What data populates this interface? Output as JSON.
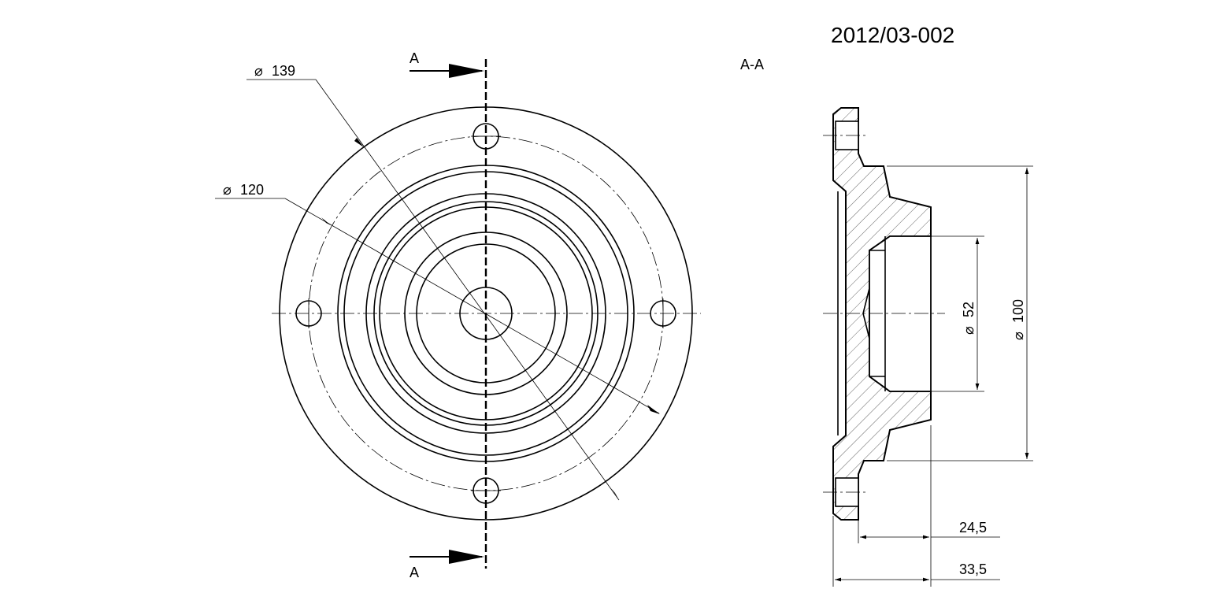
{
  "drawing_number": "2012/03-002",
  "section_title": "A-A",
  "section_markers": {
    "top": "A",
    "bottom": "A"
  },
  "dimensions": {
    "d139": "139",
    "d120": "120",
    "d52": "52",
    "d100": "100",
    "len_24_5": "24,5",
    "len_33_5": "33,5"
  },
  "diameter_symbol": "⌀"
}
